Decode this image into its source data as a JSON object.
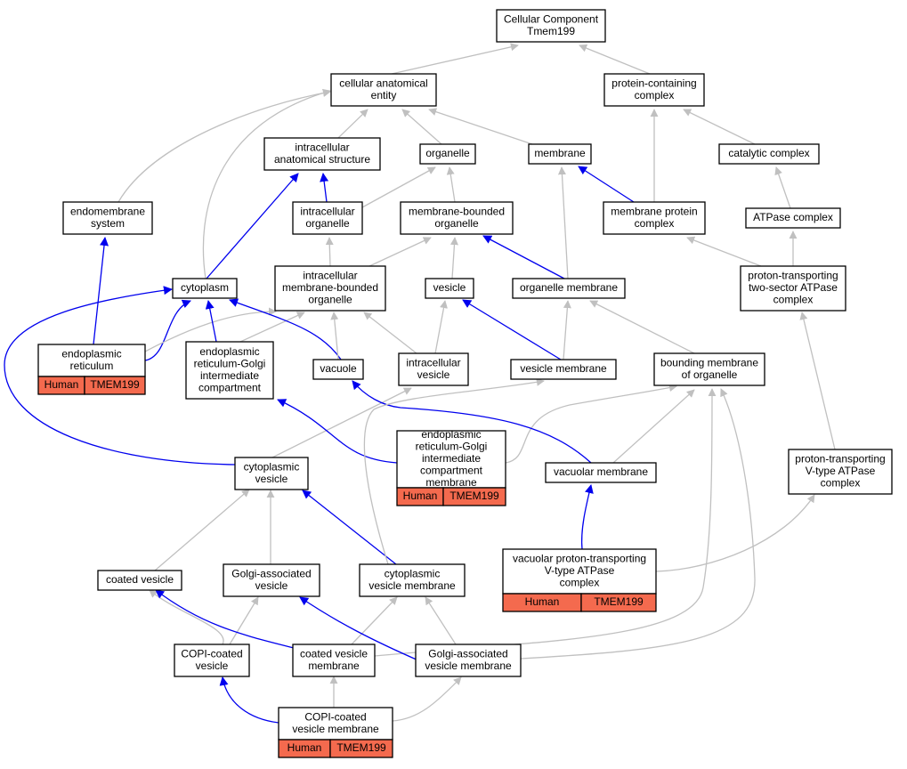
{
  "colors": {
    "is_a_edge": "#c0c0c0",
    "part_of_edge": "#0000ee",
    "annotation_fill": "#f46a4e",
    "node_border": "#000000"
  },
  "nodes": {
    "root": [
      "Cellular Component",
      "Tmem199"
    ],
    "anat": [
      "cellular anatomical",
      "entity"
    ],
    "pcc": [
      "protein-containing",
      "complex"
    ],
    "ias": [
      "intracellular",
      "anatomical structure"
    ],
    "organelle": [
      "organelle"
    ],
    "membrane": [
      "membrane"
    ],
    "catalytic": [
      "catalytic complex"
    ],
    "endomem": [
      "endomembrane",
      "system"
    ],
    "io": [
      "intracellular",
      "organelle"
    ],
    "mbo": [
      "membrane-bounded",
      "organelle"
    ],
    "mpc": [
      "membrane protein",
      "complex"
    ],
    "atpase": [
      "ATPase complex"
    ],
    "cytoplasm": [
      "cytoplasm"
    ],
    "imbo": [
      "intracellular",
      "membrane-bounded",
      "organelle"
    ],
    "vesicle": [
      "vesicle"
    ],
    "orgmem": [
      "organelle membrane"
    ],
    "pt2": [
      "proton-transporting",
      "two-sector ATPase",
      "complex"
    ],
    "er": [
      "endoplasmic",
      "reticulum"
    ],
    "ergic": [
      "endoplasmic",
      "reticulum-Golgi",
      "intermediate",
      "compartment"
    ],
    "vacuole": [
      "vacuole"
    ],
    "iv": [
      "intracellular",
      "vesicle"
    ],
    "vesmem": [
      "vesicle membrane"
    ],
    "bmo": [
      "bounding membrane",
      "of organelle"
    ],
    "cytves": [
      "cytoplasmic",
      "vesicle"
    ],
    "ergicmem": [
      "endoplasmic",
      "reticulum-Golgi",
      "intermediate",
      "compartment",
      "membrane"
    ],
    "vacmem": [
      "vacuolar membrane"
    ],
    "ptv": [
      "proton-transporting",
      "V-type ATPase",
      "complex"
    ],
    "coated": [
      "coated vesicle"
    ],
    "golgiv": [
      "Golgi-associated",
      "vesicle"
    ],
    "cvm": [
      "cytoplasmic",
      "vesicle membrane"
    ],
    "vptv": [
      "vacuolar proton-transporting",
      "V-type ATPase",
      "complex"
    ],
    "copi": [
      "COPI-coated",
      "vesicle"
    ],
    "coatedmem": [
      "coated vesicle",
      "membrane"
    ],
    "golgimem": [
      "Golgi-associated",
      "vesicle membrane"
    ],
    "copimem": [
      "COPI-coated",
      "vesicle membrane"
    ]
  },
  "annotations": {
    "er": [
      "Human",
      "TMEM199"
    ],
    "ergicmem": [
      "Human",
      "TMEM199"
    ],
    "vptv": [
      "Human",
      "TMEM199"
    ],
    "copimem": [
      "Human",
      "TMEM199"
    ]
  }
}
